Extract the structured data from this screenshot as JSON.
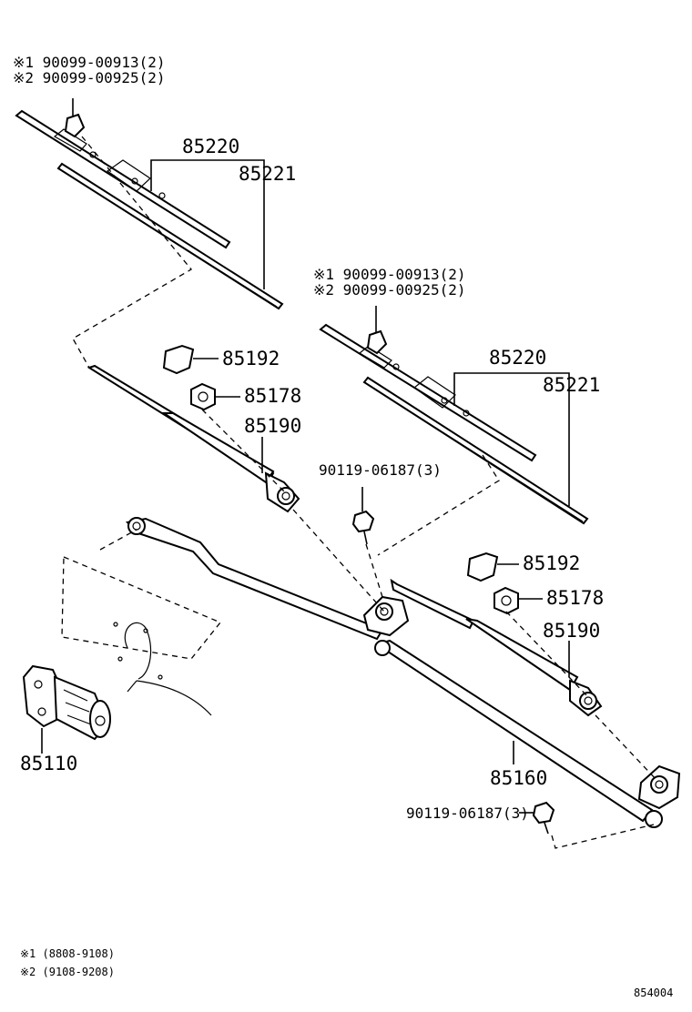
{
  "callouts": {
    "tl_bolt_1": "※1 90099-00913(2)",
    "tl_bolt_2": "※2 90099-00925(2)",
    "tl_blade_a": "85220",
    "tl_blade_b": "85221",
    "r_bolt_1": "※1 90099-00913(2)",
    "r_bolt_2": "※2 90099-00925(2)",
    "r_blade_a": "85220",
    "r_blade_b": "85221",
    "l_cap": "85192",
    "l_nut": "85178",
    "l_arm": "85190",
    "center_bolt": "90119-06187(3)",
    "r_cap": "85192",
    "r_nut": "85178",
    "r_arm": "85190",
    "motor": "85110",
    "link": "85160",
    "lower_bolt": "90119-06187(3)"
  },
  "notes": {
    "note1": "※1 (8808-9108)",
    "note2": "※2 (9108-9208)"
  },
  "figure_id": "854004"
}
